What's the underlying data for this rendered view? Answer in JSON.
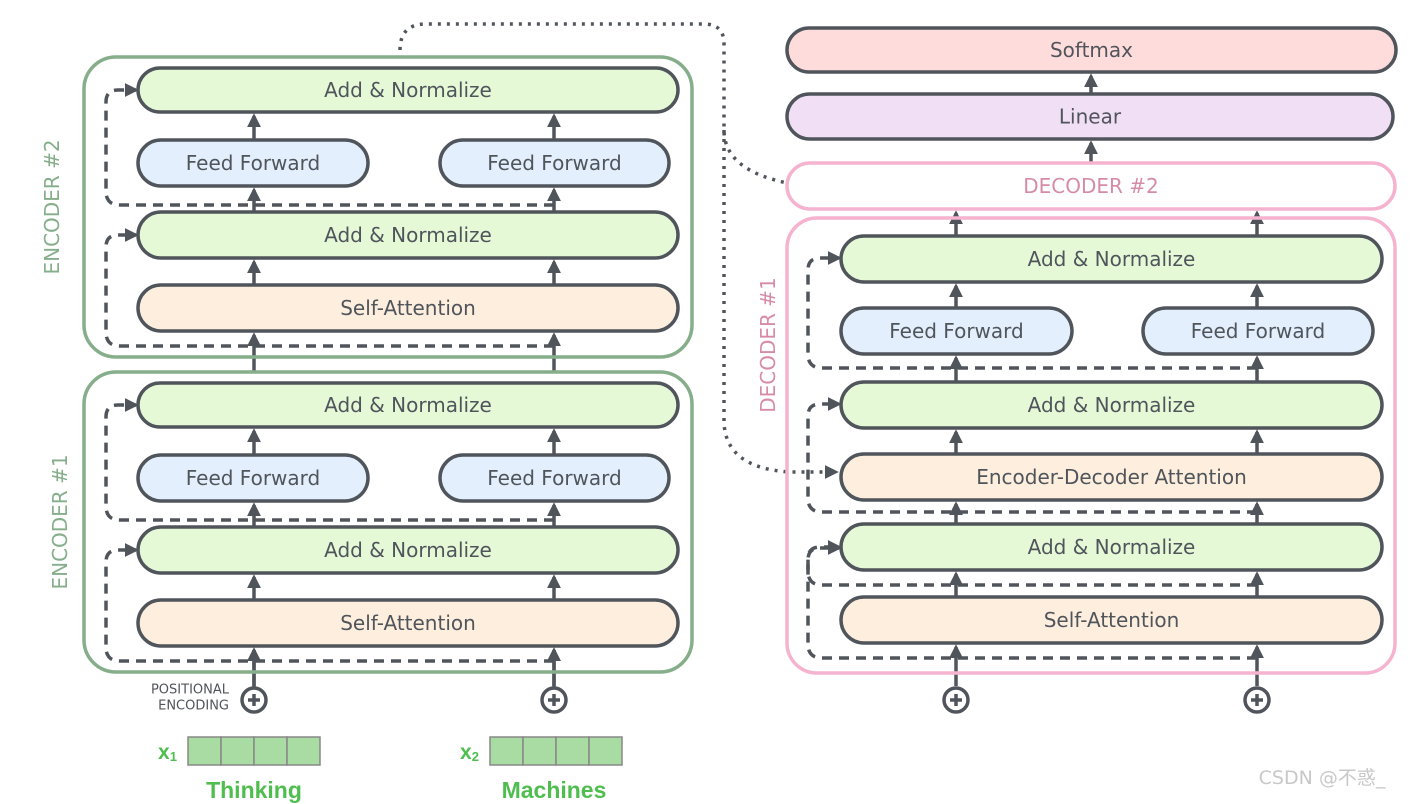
{
  "colors": {
    "dark": "#50555c",
    "encoder_border": "#86ae8b",
    "decoder_border": "#f5b3cf",
    "decoder_label": "#d68ca8",
    "add_norm": "#e6f9d7",
    "feed_forward": "#e3effc",
    "attention": "#fdeedd",
    "softmax": "#fddcdb",
    "linear": "#f1dff5",
    "embedding": "#a8dca2",
    "word": "#4fbe4f"
  },
  "encoders": [
    {
      "label": "ENCODER #2",
      "add_norm": "Add & Normalize",
      "feed_forward": "Feed Forward",
      "self_attention": "Self-Attention"
    },
    {
      "label": "ENCODER #1",
      "add_norm": "Add & Normalize",
      "feed_forward": "Feed Forward",
      "self_attention": "Self-Attention"
    }
  ],
  "decoder": {
    "softmax": "Softmax",
    "linear": "Linear",
    "decoder2_label": "DECODER #2",
    "decoder1_label": "DECODER #1",
    "add_norm": "Add & Normalize",
    "feed_forward": "Feed Forward",
    "enc_dec_attention": "Encoder-Decoder Attention",
    "self_attention": "Self-Attention"
  },
  "positional_encoding": [
    "POSITIONAL",
    "ENCODING"
  ],
  "inputs": [
    {
      "vector": "x",
      "subscript": "1",
      "word": "Thinking"
    },
    {
      "vector": "x",
      "subscript": "2",
      "word": "Machines"
    }
  ],
  "watermark": "CSDN @不惑_"
}
